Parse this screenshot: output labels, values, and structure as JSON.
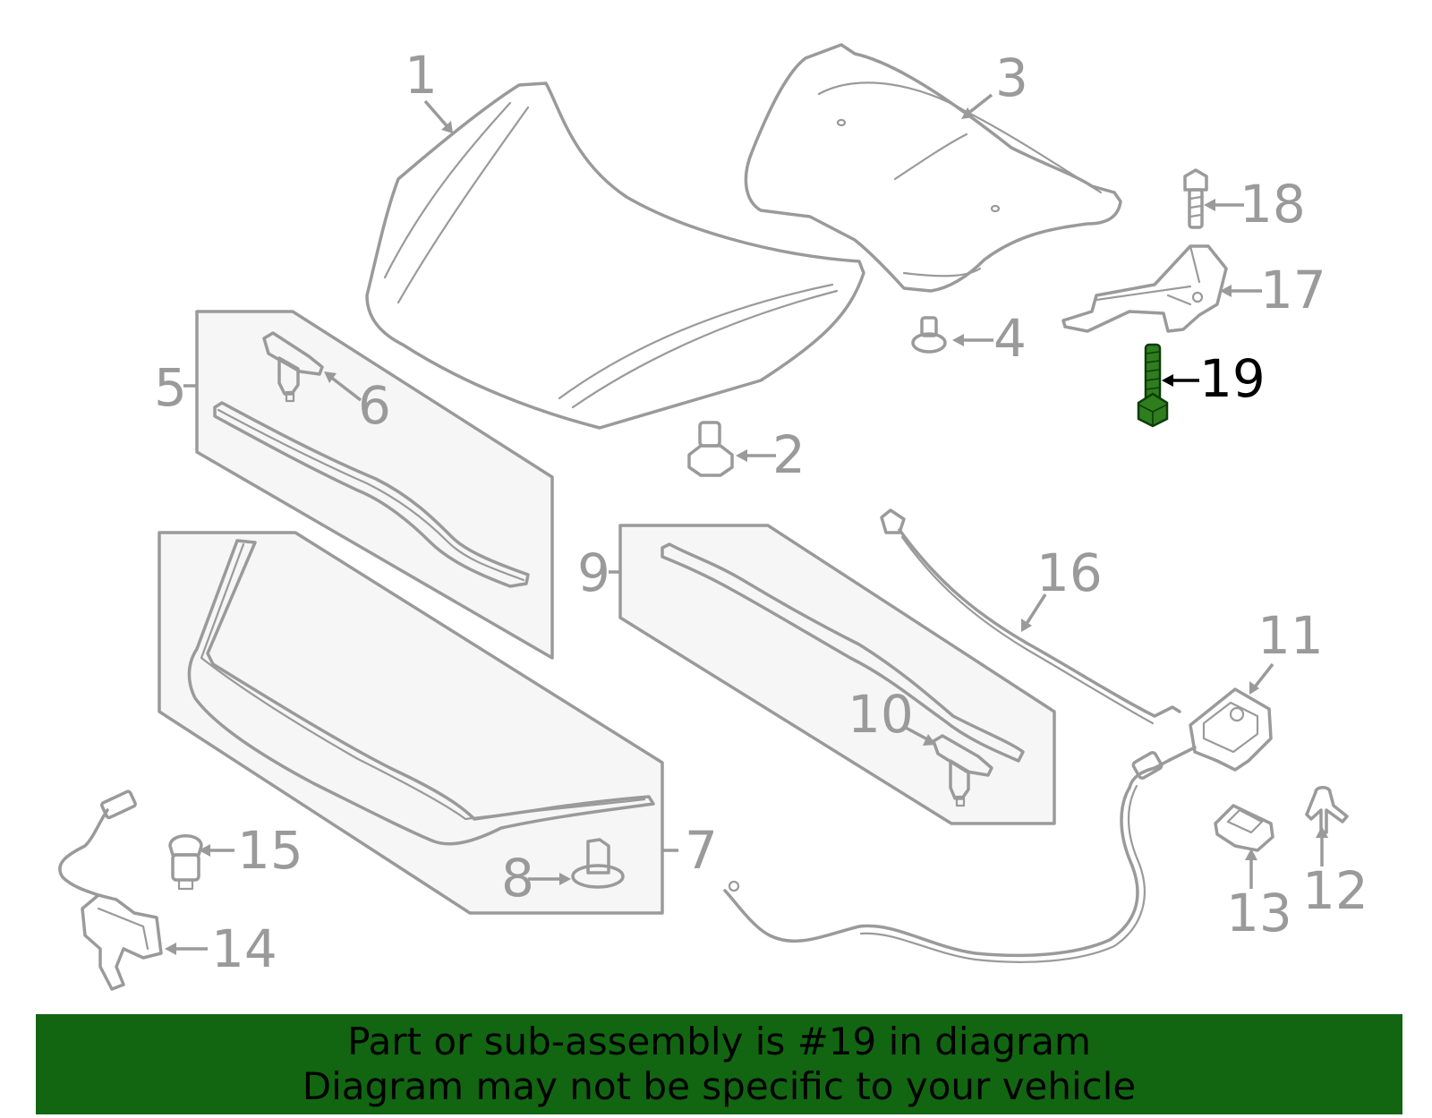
{
  "banner": {
    "line1": "Part or sub-assembly is #19 in diagram",
    "line2": "Diagram may not be specific to your vehicle"
  },
  "colors": {
    "line": "#9a9a9a",
    "highlight_part": "#2e7d1f",
    "banner_background": "#126612",
    "text": "#000000"
  },
  "highlighted_part": "19",
  "callouts": {
    "c1": "1",
    "c2": "2",
    "c3": "3",
    "c4": "4",
    "c5": "5",
    "c6": "6",
    "c7": "7",
    "c8": "8",
    "c9": "9",
    "c10": "10",
    "c11": "11",
    "c12": "12",
    "c13": "13",
    "c14": "14",
    "c15": "15",
    "c16": "16",
    "c17": "17",
    "c18": "18",
    "c19": "19"
  }
}
